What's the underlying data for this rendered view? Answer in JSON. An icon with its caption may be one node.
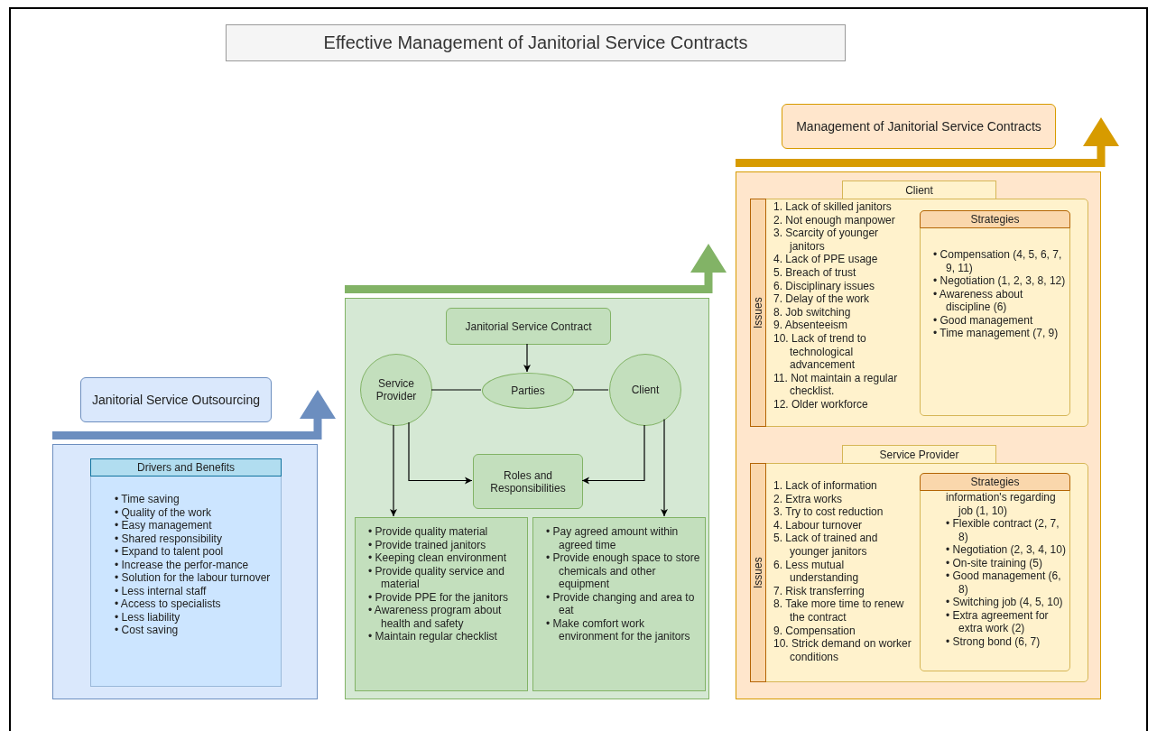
{
  "diagram": {
    "title": "Effective Management of Janitorial Service Contracts",
    "nodes": [
      {
        "text": [
          "Janitorial Service Outsourcing"
        ]
      },
      {
        "text": [],
        "shape": "box"
      },
      {
        "text": [
          "Drivers and Benefits",
          "• Time saving",
          "• Quality of the work",
          "• Easy management",
          "• Shared responsibility",
          "• Expand to talent pool",
          "• Increase the perfor-mance",
          "• Solution for the labour turnover",
          "• Less internal staff",
          "• Access to specialists",
          "• Less liability",
          "• Cost saving"
        ],
        "in": 1
      },
      {
        "text": [],
        "shape": "box"
      },
      {
        "text": [
          "Janitorial Service Contract"
        ],
        "in": 3
      },
      {
        "text": [
          "Service Provider"
        ],
        "in": 3
      },
      {
        "text": [
          "Parties"
        ],
        "in": 3
      },
      {
        "text": [
          "Client"
        ],
        "in": 3
      },
      {
        "text": [
          "Roles and Responsibilities"
        ],
        "in": 3
      },
      {
        "text": [
          "• Provide quality material",
          "• Provide trained janitors",
          "• Keeping clean environment",
          "• Provide quality service and material",
          "• Provide PPE for the janitors",
          "• Awareness program about health and safety",
          "• Maintain regular checklist"
        ],
        "in": 3
      },
      {
        "text": [
          "• Pay agreed amount within agreed time",
          "• Provide enough space to store chemicals and other equipment",
          "• Provide changing and area to eat",
          "• Make comfort work environment for the janitors"
        ],
        "in": 3
      },
      {
        "text": [
          "Management of Janitorial Service Contracts"
        ]
      },
      {
        "text": [],
        "shape": "box"
      },
      {
        "text": [
          "Client"
        ],
        "in": 12
      },
      {
        "text": [
          "Issues",
          "1. Lack of skilled janitors",
          "2. Not enough manpower",
          "3. Scarcity of younger janitors",
          "4. Lack of PPE usage",
          "5. Breach of trust",
          "6. Disciplinary issues",
          "7. Delay of the work",
          "8. Job switching",
          "9. Absenteeism",
          "10. Lack of trend to technological advancement",
          "11. Not maintain a regular checklist.",
          "12. Older workforce"
        ],
        "in": 13
      },
      {
        "text": [
          "Strategies",
          "• Compensation (4, 5, 6, 7, 9, 11)",
          "• Negotiation (1, 2, 3, 8, 12)",
          "• Awareness about discipline (6)",
          "• Good management",
          "• Time management (7, 9)"
        ],
        "in": 13
      },
      {
        "text": [
          "Service Provider"
        ],
        "in": 12
      },
      {
        "text": [
          "Issues",
          "1. Lack of information",
          "2. Extra works",
          "3. Try to cost reduction",
          "4. Labour turnover",
          "5. Lack of trained and younger janitors",
          "6. Less mutual understanding",
          "7. Risk transferring",
          "8. Take more time to renew the contract",
          "9. Compensation",
          "10. Strick demand on worker conditions"
        ],
        "in": 16
      },
      {
        "text": [
          "Strategies",
          "information's regarding job (1, 10)",
          "• Flexible contract (2, 7, 8)",
          "• Negotiation (2, 3, 4, 10)",
          "• On-site training (5)",
          "• Good management (6, 8)",
          "• Switching job (4, 5, 10)",
          "• Extra agreement for extra work (2)",
          "• Strong bond (6, 7)"
        ],
        "in": 16
      }
    ],
    "edges": [
      {
        "from": 1,
        "to": 3,
        "arrow": "to",
        "style": "thick",
        "color": "#6c8ebf"
      },
      {
        "from": 3,
        "to": 12,
        "arrow": "to",
        "style": "thick",
        "color": "#82b366"
      },
      {
        "from": 12,
        "to": null,
        "arrow": "to",
        "style": "thick",
        "color": "#d79b00"
      },
      {
        "from": 4,
        "to": 6,
        "arrow": "to"
      },
      {
        "from": 5,
        "to": 6,
        "arrow": "none"
      },
      {
        "from": 6,
        "to": 7,
        "arrow": "none"
      },
      {
        "from": 5,
        "to": 8,
        "arrow": "to"
      },
      {
        "from": 7,
        "to": 8,
        "arrow": "to"
      },
      {
        "from": 5,
        "to": 9,
        "arrow": "to"
      },
      {
        "from": 7,
        "to": 10,
        "arrow": "to"
      }
    ]
  }
}
